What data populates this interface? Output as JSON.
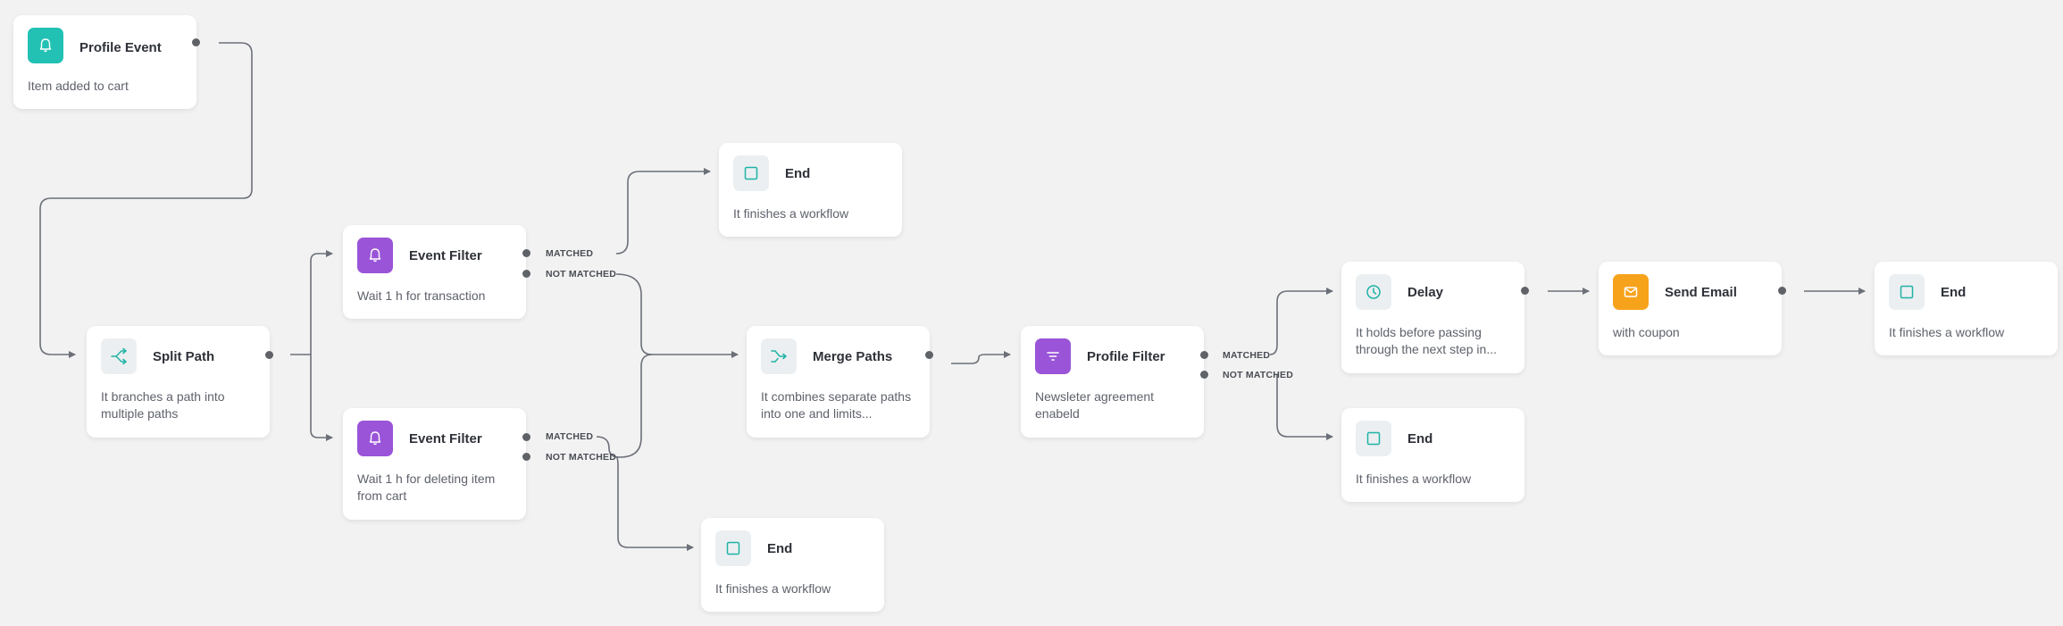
{
  "nodes": {
    "profile_event": {
      "title": "Profile Event",
      "desc": "Item added to cart",
      "icon": "bell-icon",
      "color": "#22c1b4"
    },
    "split_path": {
      "title": "Split Path",
      "desc": "It branches a path into multiple paths",
      "icon": "split-icon"
    },
    "event_filter_1": {
      "title": "Event Filter",
      "desc": "Wait 1 h for transaction",
      "icon": "bell-icon",
      "color": "#9a54d8"
    },
    "event_filter_2": {
      "title": "Event Filter",
      "desc": "Wait 1 h for deleting item from cart",
      "icon": "bell-icon",
      "color": "#9a54d8"
    },
    "end_1": {
      "title": "End",
      "desc": "It finishes a workflow",
      "icon": "square-icon"
    },
    "end_2": {
      "title": "End",
      "desc": "It finishes a workflow",
      "icon": "square-icon"
    },
    "merge_paths": {
      "title": "Merge Paths",
      "desc": "It combines separate paths into one and limits...",
      "icon": "merge-icon"
    },
    "profile_filter": {
      "title": "Profile Filter",
      "desc": "Newsleter agreement enabeld",
      "icon": "filter-icon",
      "color": "#9a54d8"
    },
    "delay": {
      "title": "Delay",
      "desc": "It holds before passing through the next step in...",
      "icon": "clock-icon"
    },
    "end_3": {
      "title": "End",
      "desc": "It finishes a workflow",
      "icon": "square-icon"
    },
    "send_email": {
      "title": "Send Email",
      "desc": "with coupon",
      "icon": "envelope-icon",
      "color": "#f7a21b"
    },
    "end_4": {
      "title": "End",
      "desc": "It finishes a workflow",
      "icon": "square-icon"
    }
  },
  "labels": {
    "matched": "MATCHED",
    "not_matched": "NOT MATCHED"
  },
  "colors": {
    "background": "#f2f2f2",
    "connector": "#6b6f78",
    "teal": "#22c1b4",
    "purple": "#9a54d8",
    "orange": "#f7a21b"
  }
}
